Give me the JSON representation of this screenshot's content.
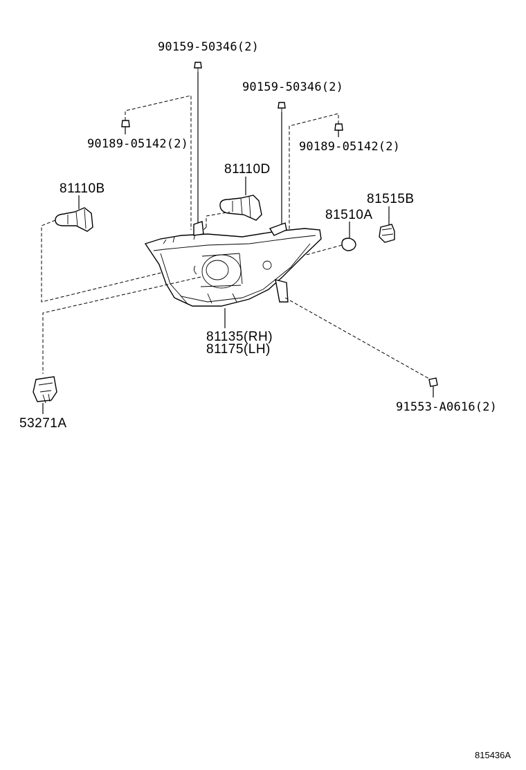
{
  "labels": {
    "screw_top_left": "90159-50346(2)",
    "screw_top_right": "90159-50346(2)",
    "clip_left": "90189-05142(2)",
    "clip_right": "90189-05142(2)",
    "bulb_low": "81110D",
    "bulb_high": "81110B",
    "socket_side": "81515B",
    "bulb_side": "81510A",
    "headlamp_rh": "81135(RH)",
    "headlamp_lh": "81175(LH)",
    "bracket_screw": "91553-A0616(2)",
    "connector": "53271A"
  },
  "diagram_ref": "815436A"
}
